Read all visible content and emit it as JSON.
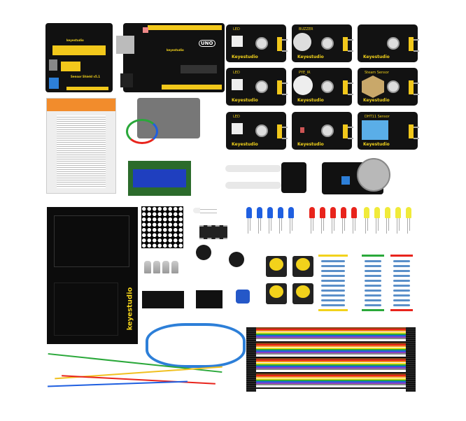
{
  "brand": "keyestudio",
  "shield": {
    "title": "Sensor Shield v5.1",
    "brand": "keyestudio"
  },
  "uno": {
    "logo": "UNO",
    "brand": "keyestudio"
  },
  "modules": [
    {
      "name": "LED",
      "brand": "Keyestudio",
      "kind": "led"
    },
    {
      "name": "BUZZER",
      "brand": "Keyestudio",
      "kind": "buzzer"
    },
    {
      "name": "",
      "brand": "Keyestudio",
      "kind": "plain"
    },
    {
      "name": "LED",
      "brand": "Keyestudio",
      "kind": "led"
    },
    {
      "name": "PYE_IR",
      "brand": "Keyestudio",
      "kind": "pir"
    },
    {
      "name": "Steam Sensor",
      "brand": "Keyestudio",
      "kind": "steam"
    },
    {
      "name": "LED",
      "brand": "Keyestudio",
      "kind": "led"
    },
    {
      "name": "",
      "brand": "Keyestudio",
      "kind": "uv"
    },
    {
      "name": "DHT11 Sensor",
      "brand": "Keyestudio",
      "kind": "dht"
    }
  ],
  "plate": {
    "brand": "keyestudio"
  },
  "led_colors": {
    "blue": "#1f5fe0",
    "red": "#e8241c",
    "yellow": "#f0ea3a"
  },
  "accent": "#f2d21b",
  "wire_colors": [
    "#8b4513",
    "#e8241c",
    "#f28c1c",
    "#f0e020",
    "#2aa83a",
    "#1f5fe0",
    "#8a3fc0",
    "#888888",
    "#ffffff",
    "#111111"
  ]
}
